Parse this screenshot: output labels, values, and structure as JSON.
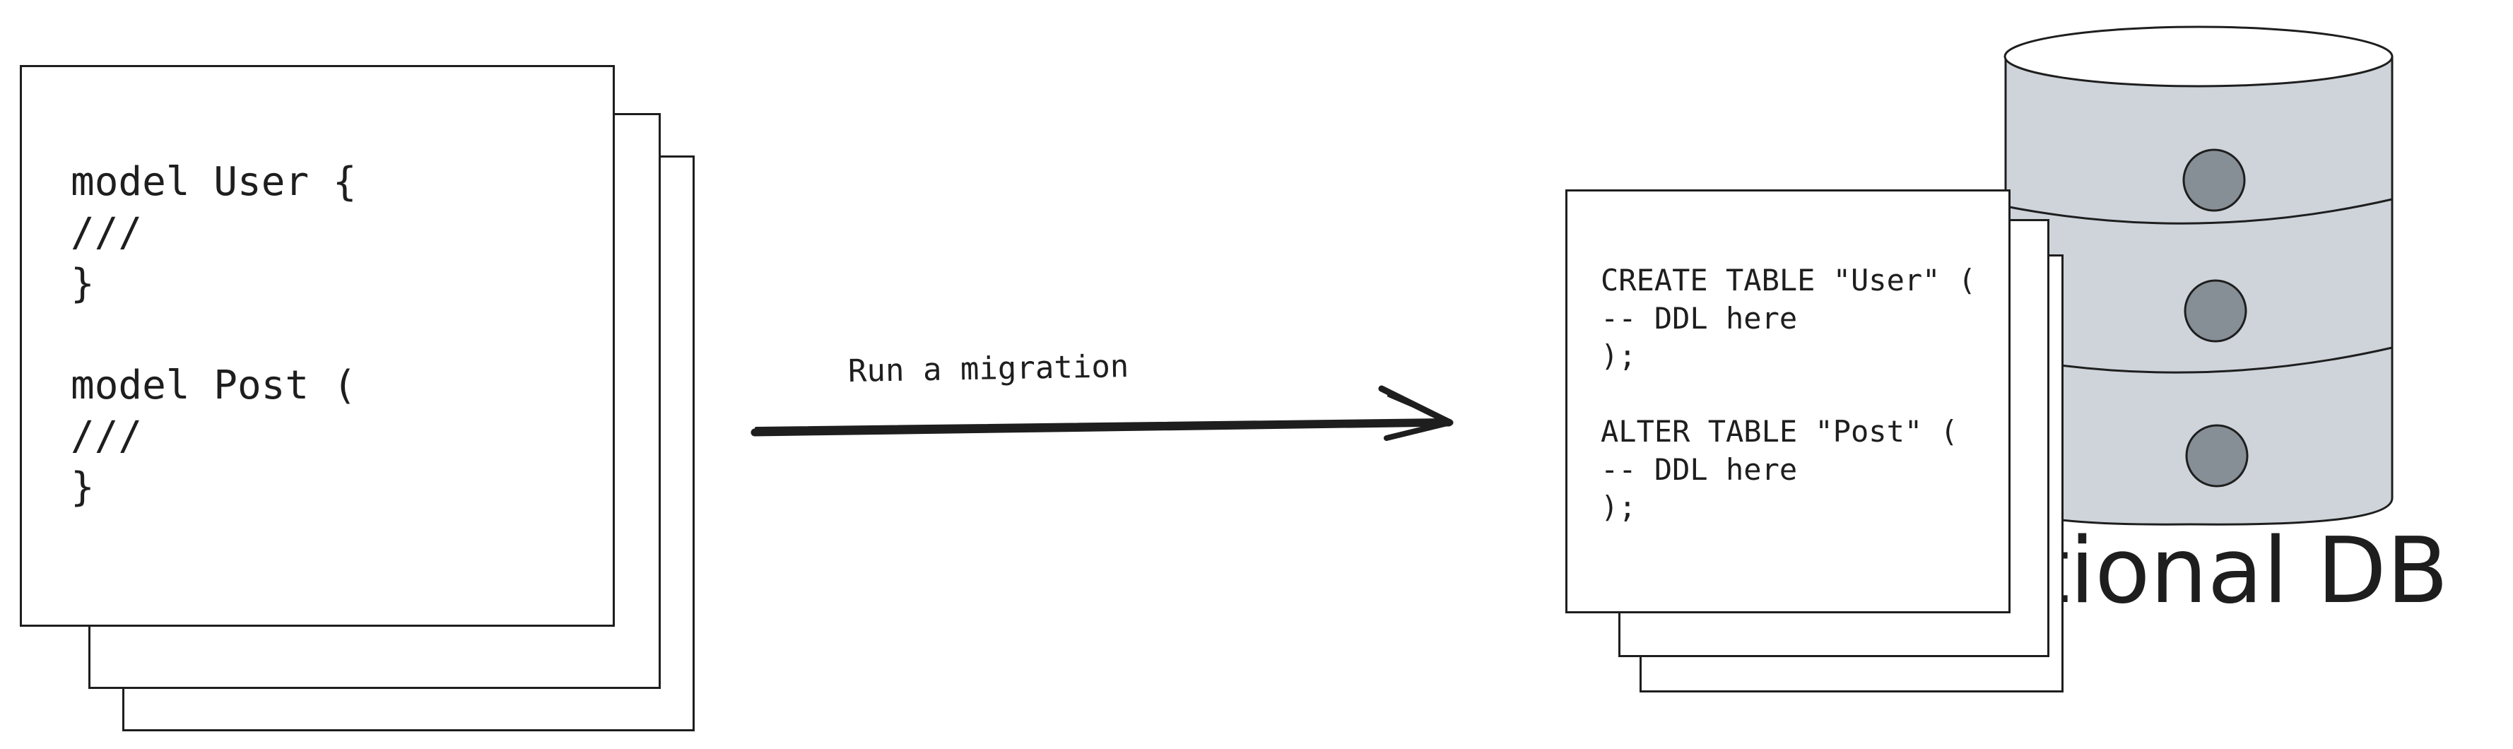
{
  "schema": {
    "lines": [
      "model User {",
      "///",
      "}",
      "",
      "model Post (",
      "///",
      "}"
    ]
  },
  "arrow": {
    "label": "Run a migration"
  },
  "migration": {
    "lines": [
      "CREATE TABLE \"User\" (",
      "-- DDL here",
      ");",
      "",
      "ALTER TABLE \"Post\" (",
      "-- DDL here",
      ");"
    ]
  },
  "database": {
    "label": "ational DB"
  },
  "colors": {
    "stroke": "#1e1e1e",
    "db_fill": "#ced4da",
    "knob_fill": "#868e96",
    "sheet_fill": "#ffffff"
  }
}
